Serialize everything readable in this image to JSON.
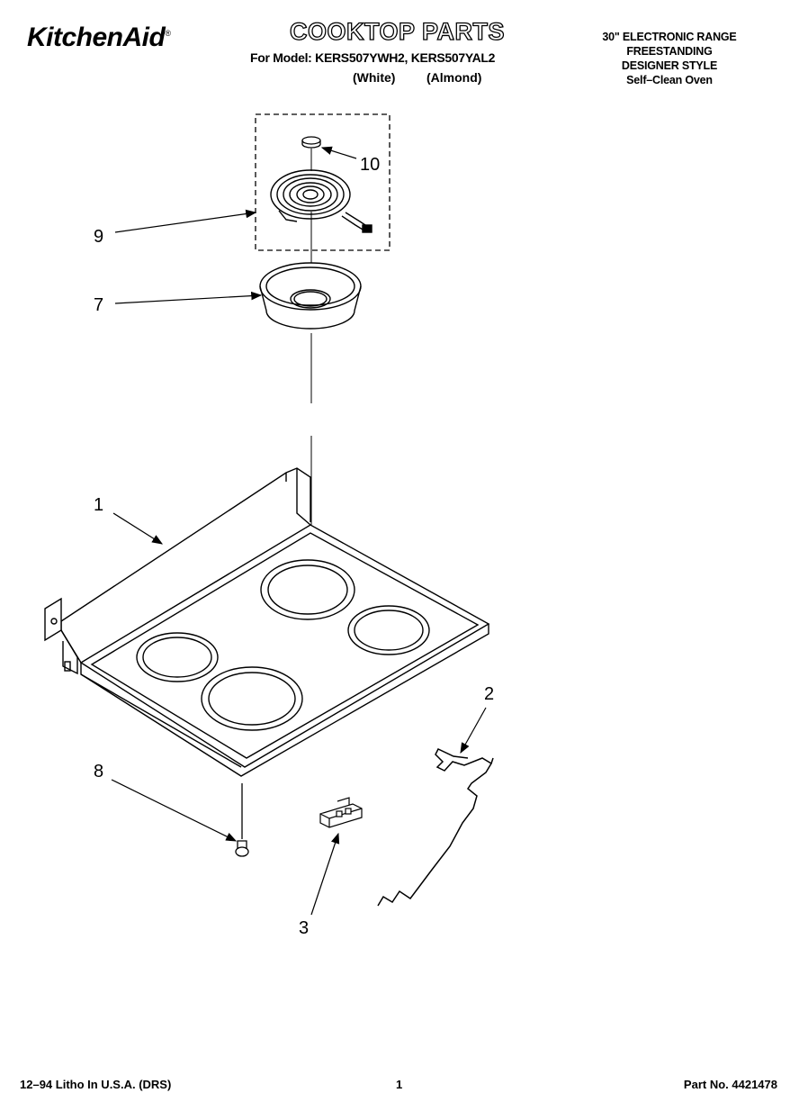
{
  "header": {
    "brand": "KitchenAid",
    "brand_mark": "®",
    "title": "COOKTOP PARTS",
    "model_line": "For Model: KERS507YWH2, KERS507YAL2",
    "color_white": "(White)",
    "color_almond": "(Almond)"
  },
  "spec": {
    "line1": "30\" ELECTRONIC RANGE",
    "line2": "FREESTANDING",
    "line3": "DESIGNER STYLE",
    "line4": "Self–Clean Oven"
  },
  "callouts": {
    "c1": "1",
    "c2": "2",
    "c3": "3",
    "c7": "7",
    "c8": "8",
    "c9": "9",
    "c10": "10"
  },
  "footer": {
    "litho": "12–94 Litho In U.S.A. (DRS)",
    "page": "1",
    "part_no": "Part No. 4421478"
  },
  "parts": [
    {
      "number": "1",
      "name": "cooktop-panel"
    },
    {
      "number": "2",
      "name": "wire-support"
    },
    {
      "number": "3",
      "name": "terminal-block"
    },
    {
      "number": "7",
      "name": "drip-bowl"
    },
    {
      "number": "8",
      "name": "screw"
    },
    {
      "number": "9",
      "name": "surface-element"
    },
    {
      "number": "10",
      "name": "cap"
    }
  ]
}
